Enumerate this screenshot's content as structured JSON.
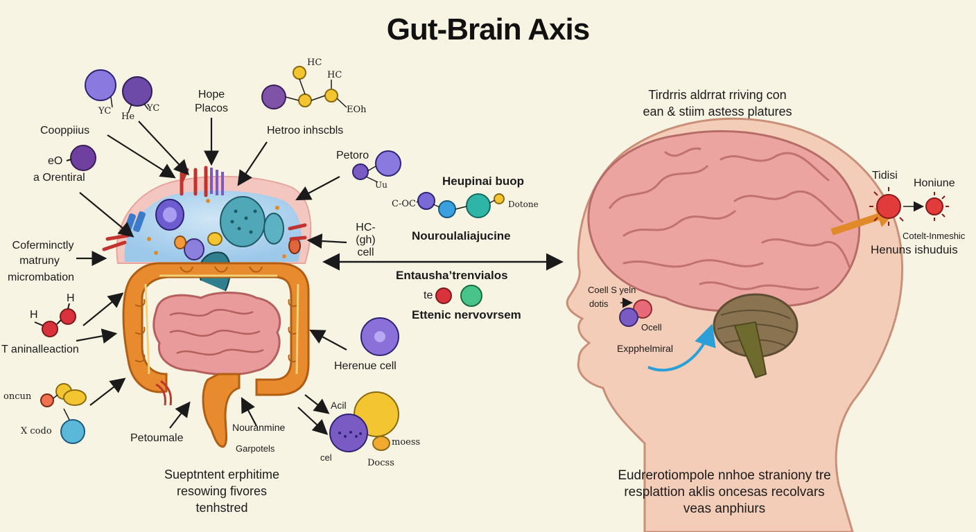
{
  "title": "Gut-Brain Axis",
  "gut_labels": {
    "hope_placos": [
      "Hope",
      "Placos"
    ],
    "coopplius": "Cooppiius",
    "eo": "eO",
    "a_orentiral": "a Orentiral",
    "hetroo": "Hetroo inhscbls",
    "petoro": "Petoro",
    "coferminctly": [
      "Coferminctly",
      "matruny",
      "micrombation"
    ],
    "h_top": "H",
    "h_left": "H",
    "tanina": "T aninalleaction",
    "oncun": "oncun",
    "x_codo": "X codo",
    "petoumale": "Petoumale",
    "nouramine": "Nouranmine",
    "garpotels": "Garpotels",
    "herenue_cell": "Herenue cell",
    "acil": "Acil",
    "cel": "cel",
    "moess": "moess",
    "docss": "Docss",
    "bottom_caption": [
      "Sueptntent erphitime",
      "resowing fivores",
      "tenhstred"
    ]
  },
  "molecules": {
    "yc": "YC",
    "he": "He",
    "yc2": "YC",
    "hc1": "HC",
    "hc2": "HC",
    "eoh": "EOh",
    "c_oc": "C-OC",
    "dot_one": "Dotone",
    "uu": "Uu"
  },
  "center_labels": {
    "heupinai": "Heupinai buop",
    "nouroula": "Nouroulaliajucine",
    "hc_cell": [
      "HC-",
      "(gh)",
      "cell"
    ],
    "entausha": "Entausha’trenvialos",
    "te": "te",
    "ettenic": "Ettenic nervovrsem"
  },
  "brain_labels": {
    "top_caption": [
      "Tirdrris aldrrat rriving con",
      "ean & stiim astess platures"
    ],
    "tidisi": "Tidisi",
    "honiune": "Honiune",
    "cotelt": "Cotelt-Inmeshic",
    "henuns": "Henuns ishuduis",
    "coell_s_yeln": "Coell S yeln",
    "dotis": "dotis",
    "ocell": "Ocell",
    "expphelmiral": "Expphelmiral",
    "bottom_caption": [
      "Eudrerotiompole nnhoe straniony tre",
      "resplattion  aklis oncesas recolvars",
      "veas anphiurs"
    ]
  },
  "colors": {
    "background": "#f7f4e4",
    "colon": "#e88a2e",
    "intestine": "#e99a9a",
    "brain": "#eba4a0",
    "skin": "#f3cdb8",
    "cerebellum": "#8a7350",
    "purple_molecule": "#7a5bc4",
    "yellow_molecule": "#f2c531",
    "teal_molecule": "#2fb5a8",
    "red_molecule": "#d9323c",
    "arrow": "#1a1a1a",
    "signal_arrow": "#e08a2a",
    "vagus_arrow": "#2a9fd8"
  }
}
